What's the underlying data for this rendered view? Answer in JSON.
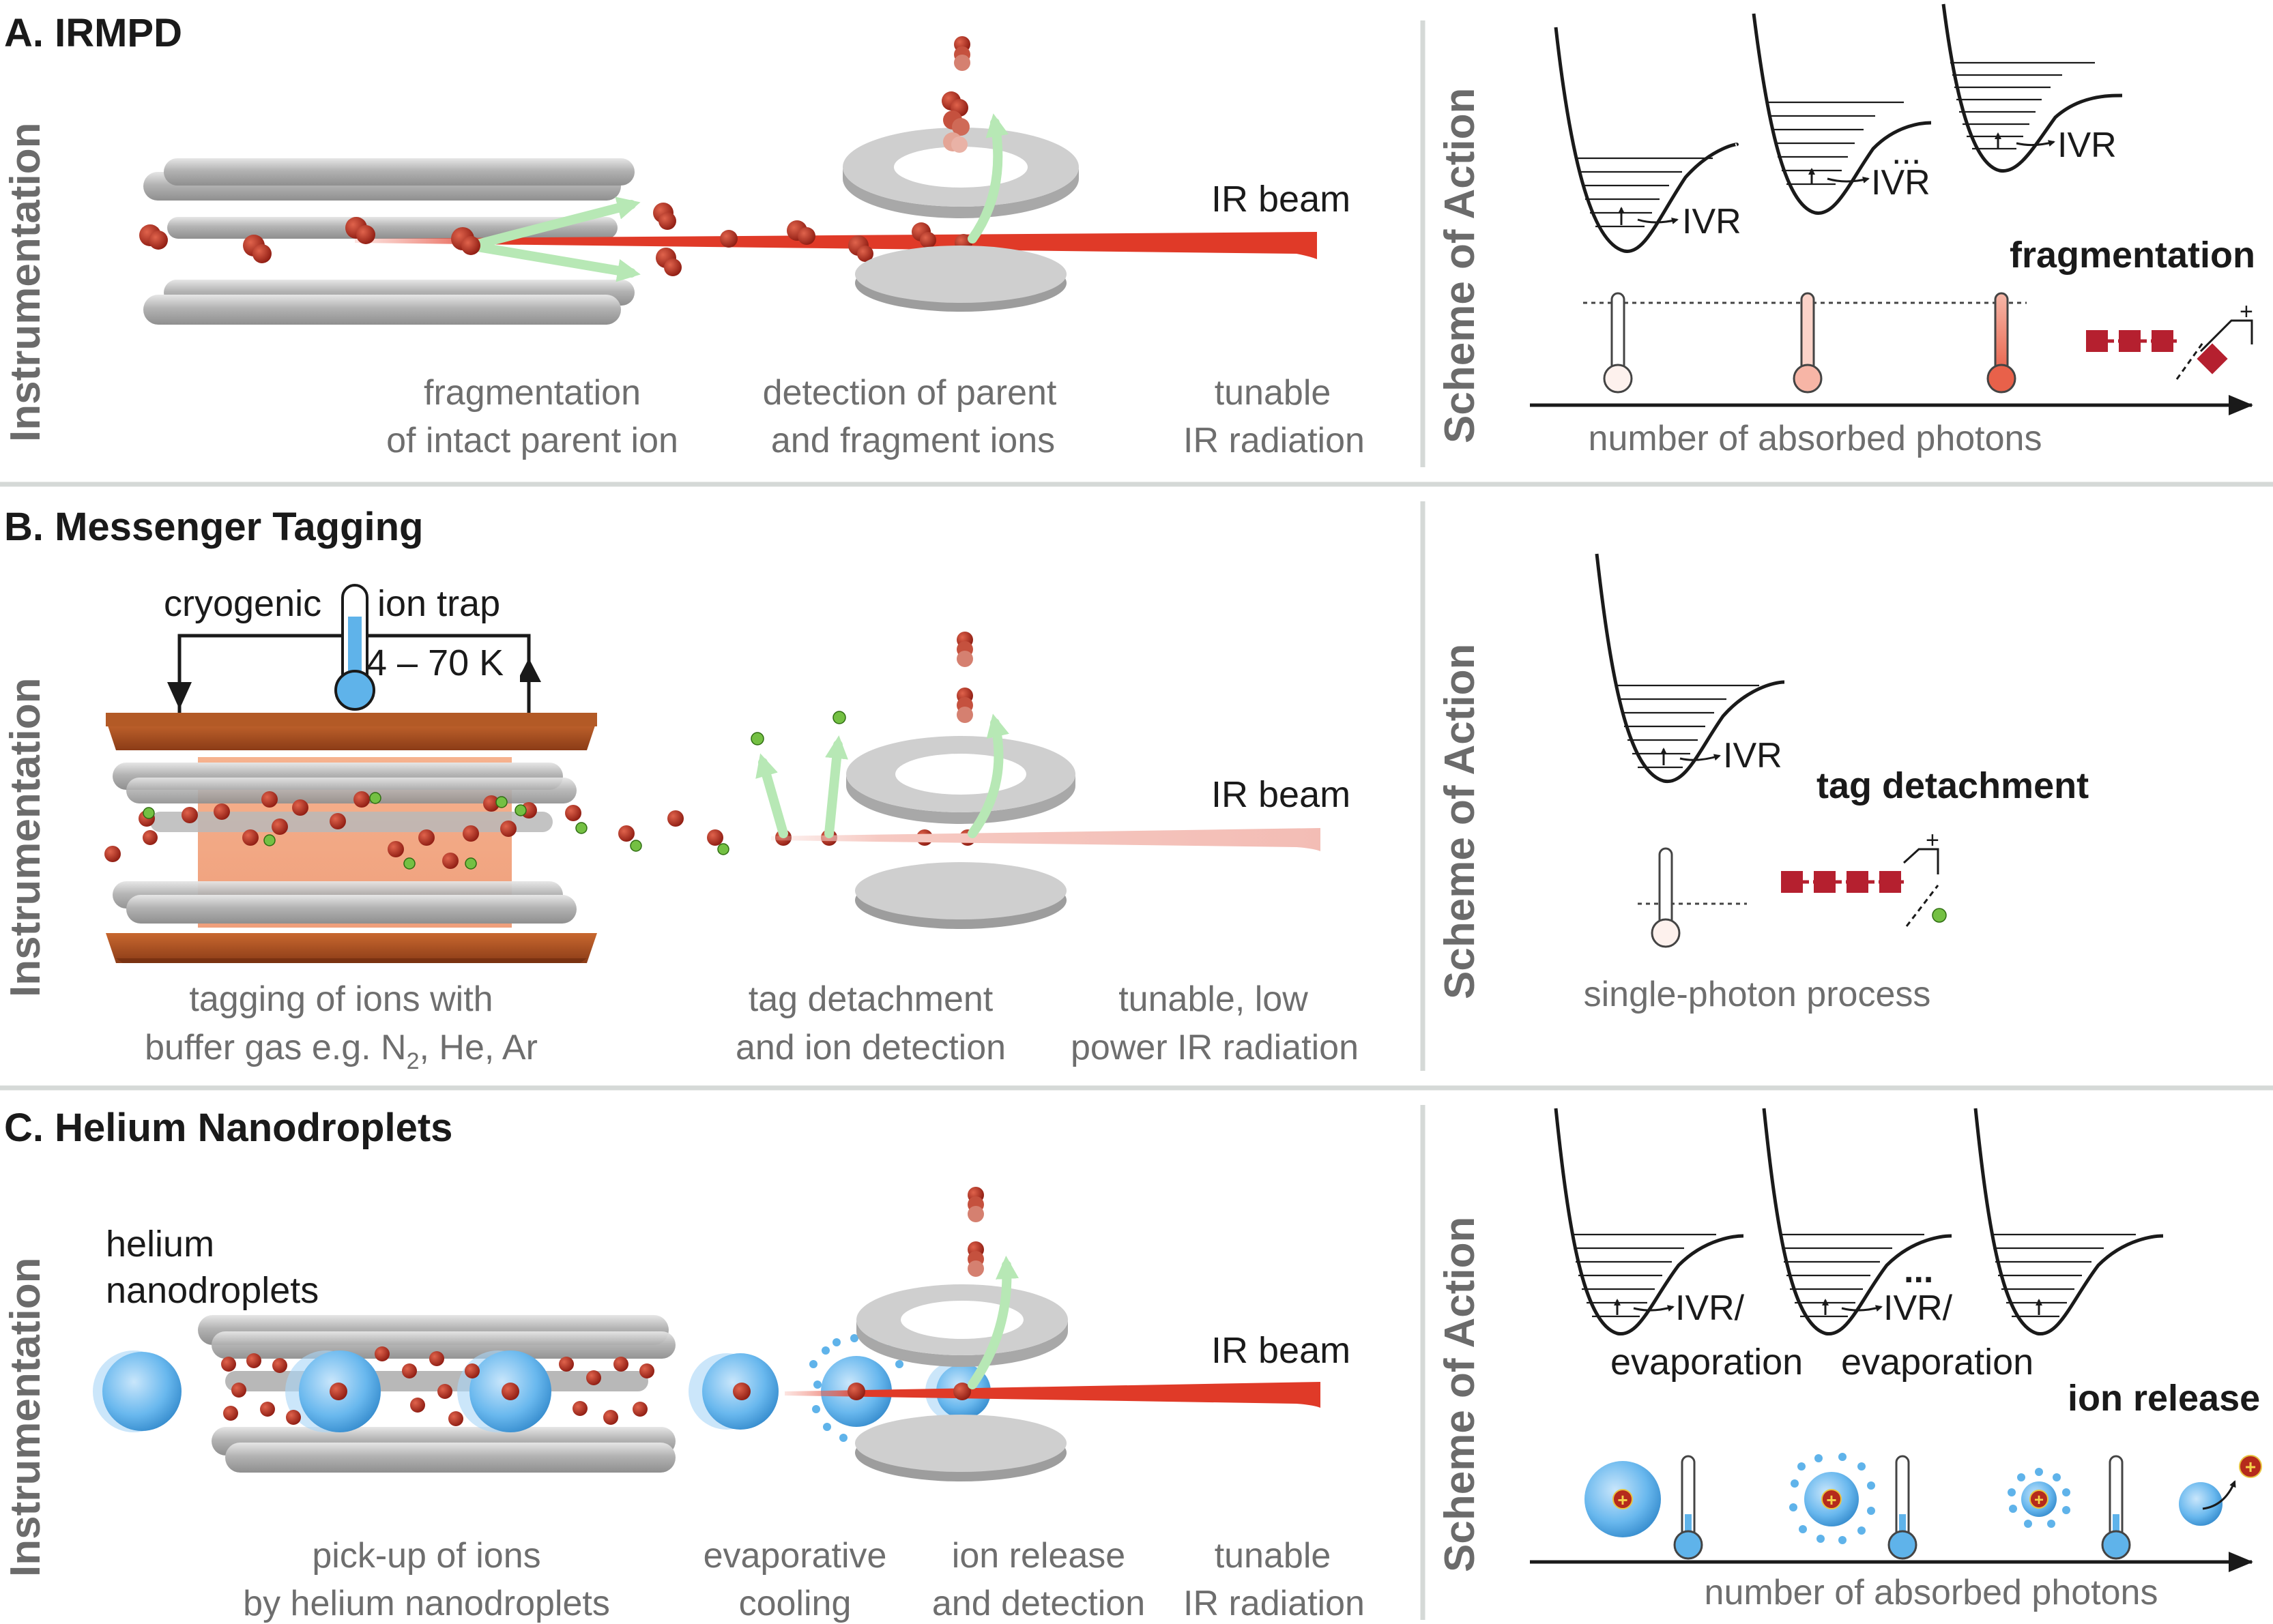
{
  "panels": {
    "a": {
      "title": "A. IRMPD",
      "side_label": "Instrumentation",
      "scheme_label": "Scheme of Action",
      "beam_label": "IR beam",
      "captions": {
        "frag_1": "fragmentation",
        "frag_2": "of intact parent ion",
        "det_1": "detection of parent",
        "det_2": "and fragment ions",
        "tun_1": "tunable",
        "tun_2": "IR radiation"
      },
      "ivr": [
        "IVR",
        "IVR",
        "IVR"
      ],
      "result_label": "fragmentation",
      "axis_label": "number of absorbed photons",
      "charge": "+"
    },
    "b": {
      "title": "B. Messenger Tagging",
      "side_label": "Instrumentation",
      "scheme_label": "Scheme of Action",
      "beam_label": "IR beam",
      "trap_label_left": "cryogenic",
      "trap_label_right": "ion trap",
      "temp_label": "4 – 70 K",
      "captions": {
        "tag_1": "tagging of ions with",
        "tag_2_pre": "buffer gas e.g. N",
        "tag_2_sub": "2",
        "tag_2_post": ", He, Ar",
        "det_1": "tag detachment",
        "det_2": "and ion detection",
        "tun_1": "tunable, low",
        "tun_2": "power IR radiation"
      },
      "ivr": "IVR",
      "result_label": "tag detachment",
      "process_label": "single-photon process",
      "charge": "+"
    },
    "c": {
      "title": "C. Helium Nanodroplets",
      "side_label": "Instrumentation",
      "scheme_label": "Scheme of Action",
      "beam_label": "IR beam",
      "droplet_label_1": "helium",
      "droplet_label_2": "nanodroplets",
      "captions": {
        "pick_1": "pick-up of ions",
        "pick_2": "by helium nanodroplets",
        "evap_1": "evaporative",
        "evap_2": "cooling",
        "rel_1": "ion release",
        "rel_2": "and detection",
        "tun_1": "tunable",
        "tun_2": "IR radiation"
      },
      "ivr_1": "IVR/",
      "evap_1": "evaporation",
      "ivr_2": "IVR/",
      "evap_2": "evaporation",
      "result_label": "ion release",
      "axis_label": "number of absorbed photons",
      "charge": "+"
    }
  },
  "colors": {
    "ion_red": "#b52a1c",
    "tag_green": "#74c043",
    "helium_blue": "#5fb3ea",
    "ir_beam": "#e03a28",
    "ir_beam_low": "#f6c9c2",
    "rod_grey": "#c4c4c4",
    "trap_copper": "#a24c20",
    "arrow_green": "#b7e8b5",
    "separator": "#d5d9d7",
    "caption_grey": "#6e6e6e"
  }
}
